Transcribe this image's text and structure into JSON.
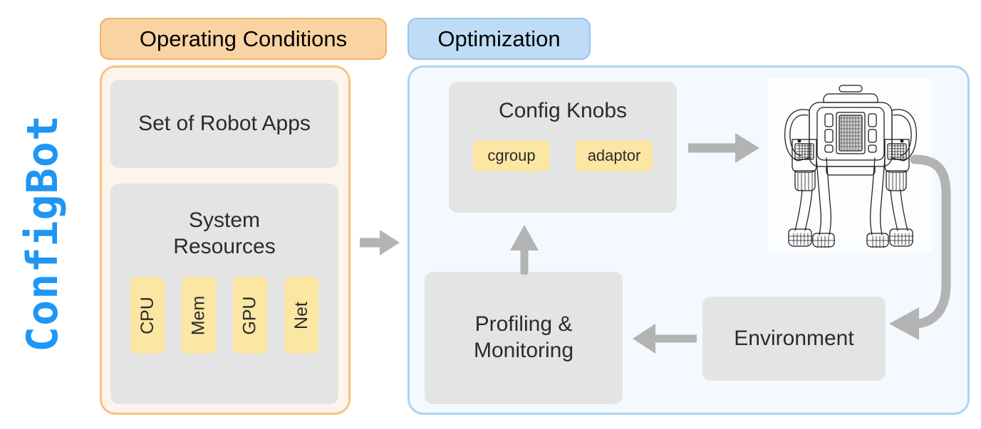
{
  "brand": {
    "name": "ConfigBot",
    "color": "#1e96f5"
  },
  "palette": {
    "operating_tag_bg": "#f9d3a2",
    "operating_panel_bg": "#fdf4ec",
    "operating_border": "#f7c37e",
    "optimization_tag_bg": "#bedcf6",
    "optimization_panel_bg": "#f3f9fe",
    "optimization_border": "#a9d5f6",
    "card_bg": "#e4e4e4",
    "chip_bg": "#fce6a3",
    "arrow": "#b3b3b3",
    "text": "#2b2b2b"
  },
  "sections": {
    "operating_conditions": {
      "tag": "Operating Conditions",
      "cards": [
        {
          "title": "Set of Robot Apps"
        },
        {
          "title": "System\nResources",
          "title_line1": "System",
          "title_line2": "Resources",
          "chips": [
            "CPU",
            "Mem",
            "GPU",
            "Net"
          ]
        }
      ]
    },
    "optimization": {
      "tag": "Optimization",
      "cards": [
        {
          "title": "Config Knobs",
          "chips": [
            "cgroup",
            "adaptor"
          ]
        },
        {
          "title": "Profiling &\nMonitoring",
          "title_line1": "Profiling &",
          "title_line2": "Monitoring"
        },
        {
          "title": "Environment"
        }
      ],
      "robot": "quadruped-robot-line-art"
    }
  },
  "arrows": [
    {
      "name": "operating-to-optimization",
      "direction": "right"
    },
    {
      "name": "knobs-to-robot",
      "direction": "right"
    },
    {
      "name": "robot-to-environment",
      "direction": "curved-left"
    },
    {
      "name": "environment-to-profiling",
      "direction": "left"
    },
    {
      "name": "profiling-to-knobs",
      "direction": "up"
    }
  ]
}
